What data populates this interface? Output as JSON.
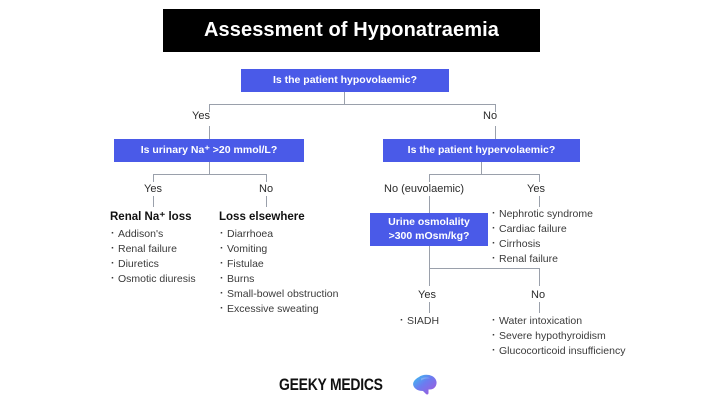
{
  "title": "Assessment of Hyponatraemia",
  "colors": {
    "box_blue": "#4a5ae8",
    "title_bg": "#000000",
    "title_fg": "#ffffff",
    "connector": "#9aa0ab",
    "text": "#3a3a3a",
    "logo_gradient_start": "#36c5f0",
    "logo_gradient_mid": "#6b7cf0",
    "logo_gradient_end": "#a855d8"
  },
  "nodes": {
    "root_question": "Is the patient hypovolaemic?",
    "left_question": "Is urinary Na⁺ >20 mmol/L?",
    "right_question": "Is the patient hypervolaemic?",
    "osmolality_question_line1": "Urine osmolality",
    "osmolality_question_line2": ">300 mOsm/kg?"
  },
  "branch_labels": {
    "root_yes": "Yes",
    "root_no": "No",
    "left_yes": "Yes",
    "left_no": "No",
    "right_no": "No (euvolaemic)",
    "right_yes": "Yes",
    "osmo_yes": "Yes",
    "osmo_no": "No"
  },
  "outcomes": {
    "renal_na_loss": {
      "heading": "Renal Na⁺ loss",
      "items": [
        "Addison's",
        "Renal failure",
        "Diuretics",
        "Osmotic diuresis"
      ]
    },
    "loss_elsewhere": {
      "heading": "Loss elsewhere",
      "items": [
        "Diarrhoea",
        "Vomiting",
        "Fistulae",
        "Burns",
        "Small-bowel obstruction",
        "Excessive sweating"
      ]
    },
    "hypervolaemic_causes": {
      "heading": "",
      "items": [
        "Nephrotic syndrome",
        "Cardiac failure",
        "Cirrhosis",
        "Renal failure"
      ]
    },
    "osmo_yes_causes": {
      "heading": "",
      "items": [
        "SIADH"
      ]
    },
    "osmo_no_causes": {
      "heading": "",
      "items": [
        "Water intoxication",
        "Severe hypothyroidism",
        "Glucocorticoid insufficiency"
      ]
    }
  },
  "brand": {
    "name": "GEEKY MEDICS",
    "logo_icon": "brain-icon"
  }
}
